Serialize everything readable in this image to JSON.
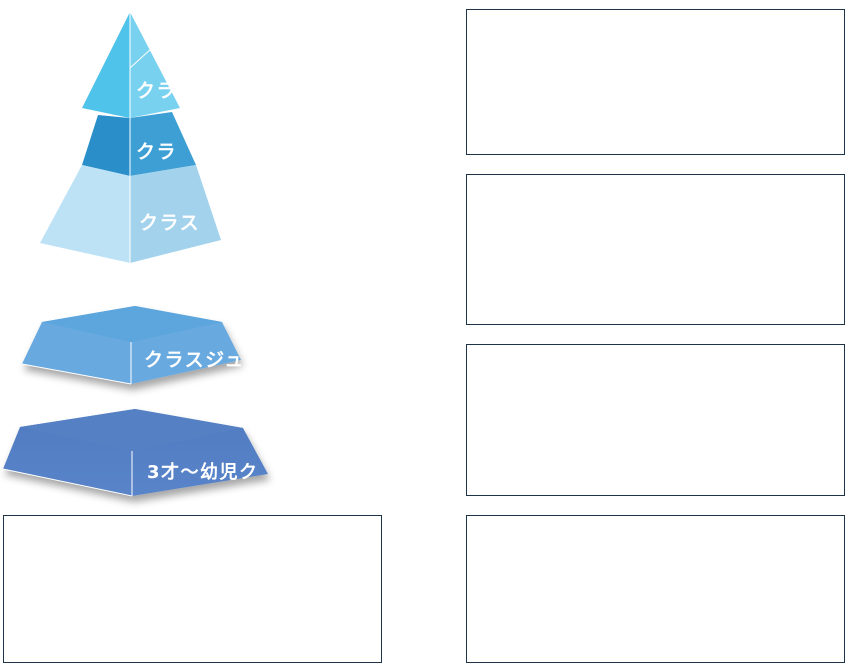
{
  "diagram": {
    "labels": {
      "pyramid_top": "クラ",
      "pyramid_middle": "クラ",
      "pyramid_bottom": "クラス",
      "block_upper": "クラスジュ",
      "block_lower": "3才〜幼児ク"
    },
    "colors": {
      "top_left": "#4fc3ea",
      "top_right": "#79d1f0",
      "middle_left": "#2a8fc9",
      "middle_right": "#3d9fd4",
      "bottom_left": "#bde2f5",
      "bottom_right": "#a3d3ec",
      "block_upper_top": "#5ba6dd",
      "block_upper_front": "#67a9df",
      "block_lower_top": "#5580c4",
      "block_lower_front": "#5e87cb",
      "box_border": "#1f3347"
    }
  }
}
